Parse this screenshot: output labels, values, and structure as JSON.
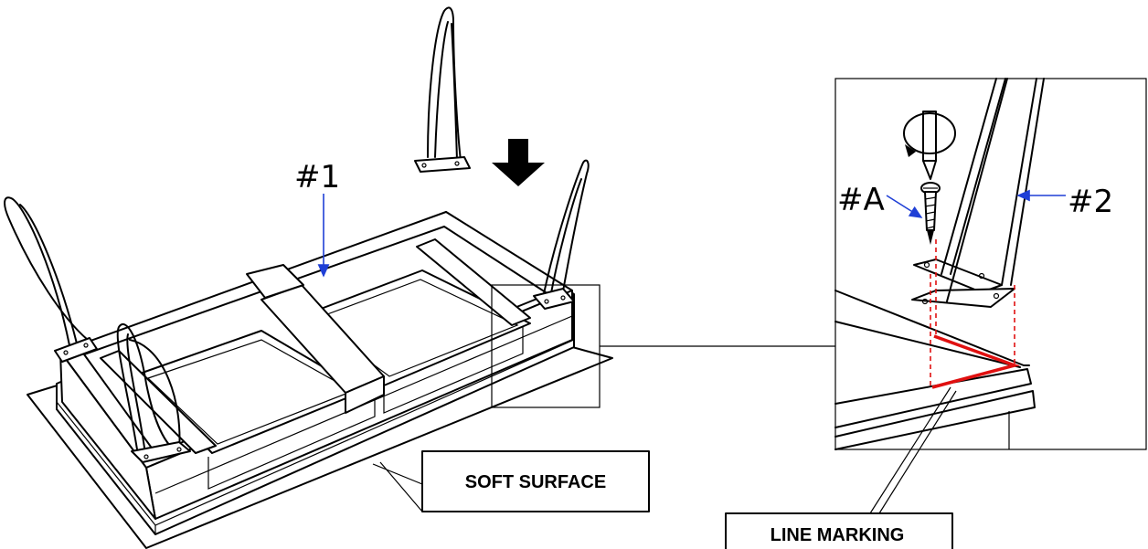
{
  "labels": {
    "part_1": "#1",
    "part_2": "#2",
    "part_a": "#A",
    "soft_surface": "SOFT SURFACE",
    "line_marking": "LINE MARKING"
  },
  "colors": {
    "pointer": "#1f3fd6",
    "marking": "#e01010",
    "ink": "#000000"
  },
  "icons": {
    "direction": "arrow-down-icon",
    "screwdriver": "rotate-icon"
  }
}
